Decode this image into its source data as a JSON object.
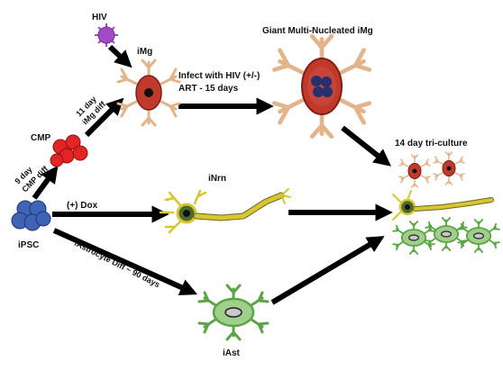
{
  "labels": {
    "hiv": "HIV",
    "img": "iMg",
    "giant": "Giant Multi-Nucleated iMg",
    "infect_line1": "Infect with HIV (+/-)",
    "infect_line2": "ART - 15 days",
    "day11_line1": "11 day",
    "day11_line2": "iMg diff",
    "cmp": "CMP",
    "day9_line1": "9 day",
    "day9_line2": "CMP diff",
    "ipsc": "iPSC",
    "dox": "(+) Dox",
    "inrn": "iNrn",
    "astro_diff": "iAstrocyte Diff ~ 90 days",
    "iast": "iAst",
    "triculture": "14 day tri-culture"
  },
  "colors": {
    "hiv": "#a24bc9",
    "microglia_body": "#c0392b",
    "microglia_branch": "#e2b48a",
    "cmp": "#e32424",
    "ipsc": "#3f63b5",
    "neuron_body": "#4b6b2e",
    "axon": "#d6c631",
    "astro_body": "#9fcf8a",
    "astro_border": "#5aa545",
    "arrow": "#000000"
  }
}
